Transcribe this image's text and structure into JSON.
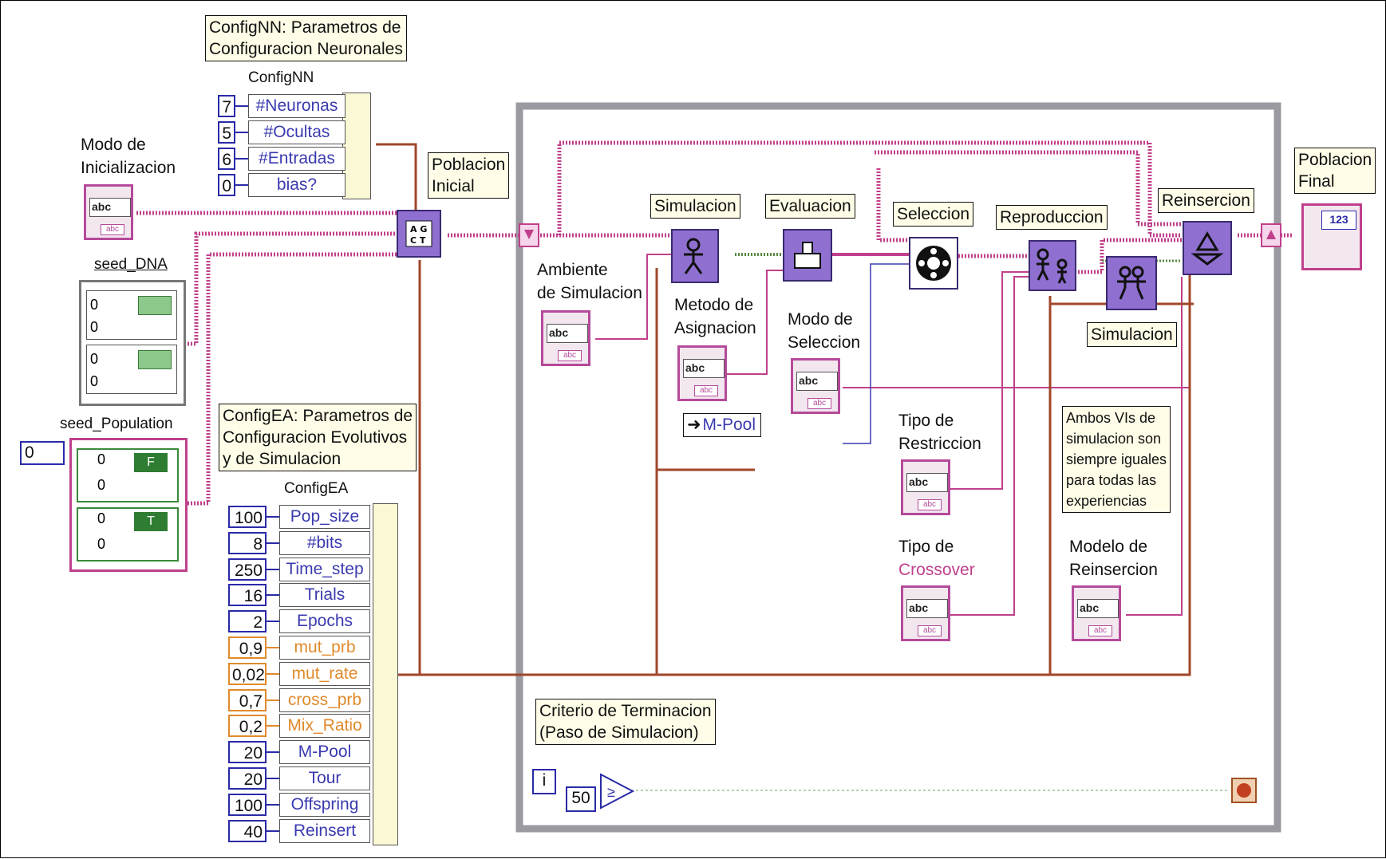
{
  "notes": {
    "confignn": "ConfigNN: Parametros de\nConfiguracion Neuronales",
    "configea": "ConfigEA: Parametros de\nConfiguracion Evolutivos\ny de Simulacion",
    "criterio": "Criterio de Terminacion\n(Paso de Simulacion)",
    "ambos": "Ambos VIs de\nsimulacion son\nsiempre iguales\npara todas las\nexperiencias"
  },
  "labels": {
    "confignn_header": "ConfigNN",
    "configea_header": "ConfigEA",
    "modo_inicializacion": "Modo de\nInicializacion",
    "seed_dna": "seed_DNA",
    "seed_population": "seed_Population",
    "poblacion_inicial": "Poblacion\nInicial",
    "ambiente": "Ambiente\nde Simulacion",
    "metodo_asignacion": "Metodo de\nAsignacion",
    "modo_seleccion": "Modo de\nSeleccion",
    "tipo_restriccion": "Tipo de\nRestriccion",
    "tipo_crossover_a": "Tipo de",
    "tipo_crossover_b": "Crossover",
    "modelo_reinsercion": "Modelo de\nReinsercion",
    "poblacion_final": "Poblacion\nFinal",
    "simulacion_1": "Simulacion",
    "evaluacion": "Evaluacion",
    "seleccion": "Seleccion",
    "reproduccion": "Reproduccion",
    "reinsercion": "Reinsercion",
    "simulacion_2": "Simulacion",
    "mpool": "M-Pool"
  },
  "confignn_rows": [
    {
      "value": "7",
      "field": "#Neuronas"
    },
    {
      "value": "5",
      "field": "#Ocultas"
    },
    {
      "value": "6",
      "field": "#Entradas"
    },
    {
      "value": "0",
      "field": "bias?"
    }
  ],
  "configea_rows": [
    {
      "value": "100",
      "field": "Pop_size",
      "kind": "int"
    },
    {
      "value": "8",
      "field": "#bits",
      "kind": "int"
    },
    {
      "value": "250",
      "field": "Time_step",
      "kind": "int"
    },
    {
      "value": "16",
      "field": "Trials",
      "kind": "int"
    },
    {
      "value": "2",
      "field": "Epochs",
      "kind": "int"
    },
    {
      "value": "0,9",
      "field": "mut_prb",
      "kind": "dbl"
    },
    {
      "value": "0,02",
      "field": "mut_rate",
      "kind": "dbl"
    },
    {
      "value": "0,7",
      "field": "cross_prb",
      "kind": "dbl"
    },
    {
      "value": "0,2",
      "field": "Mix_Ratio",
      "kind": "dbl"
    },
    {
      "value": "20",
      "field": "M-Pool",
      "kind": "int"
    },
    {
      "value": "20",
      "field": "Tour",
      "kind": "int"
    },
    {
      "value": "100",
      "field": "Offspring",
      "kind": "int"
    },
    {
      "value": "40",
      "field": "Reinsert",
      "kind": "int"
    }
  ],
  "seed_dna": {
    "values": [
      "0",
      "0",
      "0",
      "0"
    ]
  },
  "seed_population": {
    "index": "0",
    "values": [
      "0",
      "0",
      "0",
      "0"
    ],
    "bool_f": "F",
    "bool_t": "T"
  },
  "enum_text": "abc",
  "enum_tag": "abc",
  "loop": {
    "iteration": "i",
    "limit": "50"
  },
  "indicator_text": "123",
  "colors": {
    "wire_pink": "#c0408c",
    "wire_brown": "#a0462a",
    "subvi": "#8f6fd0",
    "loop_frame": "#9a9aa0",
    "note_bg": "#fffde7"
  }
}
